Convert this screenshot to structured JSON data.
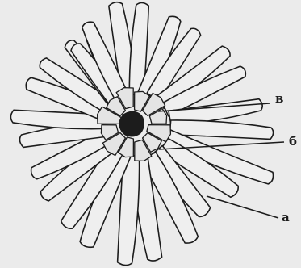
{
  "figure": {
    "labels": [
      {
        "id": "v",
        "text": "в"
      },
      {
        "id": "b",
        "text": "б"
      },
      {
        "id": "a",
        "text": "а"
      }
    ],
    "colors": {
      "background": "#ebebeb",
      "ink": "#1c1c1c",
      "lobe_fill": "#efefef",
      "cell_fill": "#e4e4e4"
    }
  }
}
